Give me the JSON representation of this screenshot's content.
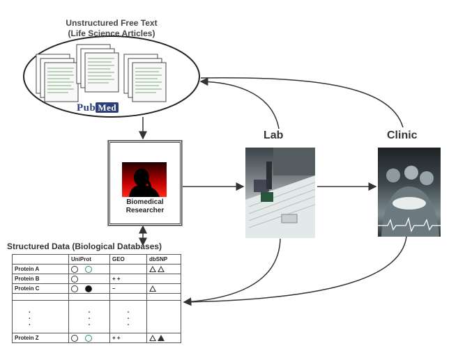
{
  "free_text": {
    "title_line1": "Unstructured Free Text",
    "title_line2": "(Life Science Articles)",
    "pubmed_pub": "Pub",
    "pubmed_med": "Med"
  },
  "researcher": {
    "line1": "Biomedical",
    "line2": "Researcher"
  },
  "lab": {
    "label": "Lab"
  },
  "clinic": {
    "label": "Clinic"
  },
  "database": {
    "title": "Structured Data (Biological Databases)",
    "columns": [
      "",
      "UniProt",
      "GEO",
      "dbSNP"
    ],
    "rows": [
      {
        "name": "Protein A",
        "geo": ""
      },
      {
        "name": "Protein B",
        "geo": "+ +"
      },
      {
        "name": "Protein C",
        "geo": "–"
      },
      {
        "name": "Protein Z",
        "geo": "+ +"
      }
    ],
    "ellipsis": "."
  },
  "colors": {
    "arrow": "#333333",
    "teal": "#2a8a82",
    "pubmed": "#2c3e7a"
  }
}
